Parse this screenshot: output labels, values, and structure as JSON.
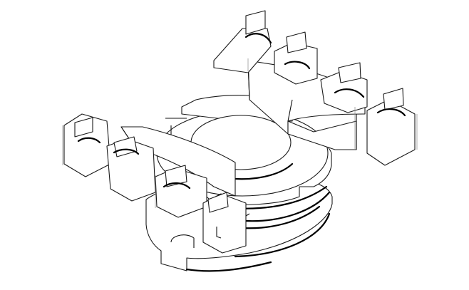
{
  "drawing": {
    "subject": "transformer-bobbin",
    "view": "isometric",
    "line_color": "#1a1a1a",
    "background_color": "#ffffff",
    "pin_count": 8
  }
}
